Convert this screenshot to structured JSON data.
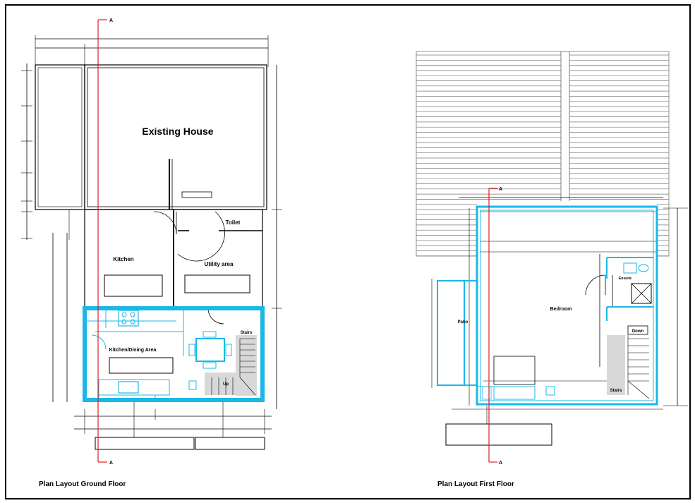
{
  "drawing": {
    "section_marker": "A",
    "ground_floor": {
      "title": "Plan Layout Ground Floor",
      "rooms": {
        "existing_house": "Existing House",
        "kitchen": "Kitchen",
        "utility": "Utility area",
        "toilet": "Toilet",
        "kitchen_dining": "Kitchen/Dining Area",
        "stairs": "Stairs",
        "up": "Up"
      }
    },
    "first_floor": {
      "title": "Plan Layout First Floor",
      "rooms": {
        "bedroom": "Bedroom",
        "patio": "Patio",
        "down": "Down",
        "stairs": "Stairs",
        "ensuite": "Ensuite"
      }
    }
  }
}
